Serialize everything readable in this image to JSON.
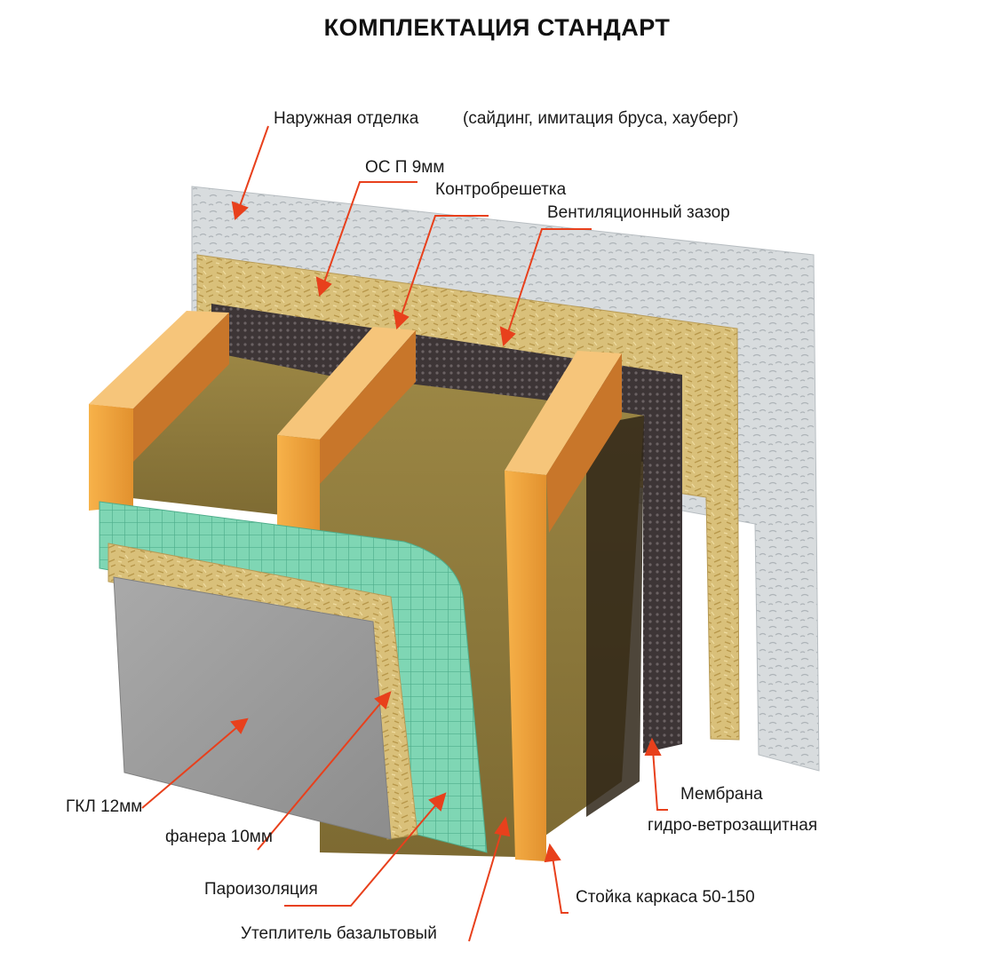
{
  "title": "КОМПЛЕКТАЦИЯ СТАНДАРТ",
  "labels": {
    "exterior_finish": "Наружная отделка",
    "exterior_finish_note": "(сайдинг, имитация бруса, хауберг)",
    "osb": "ОС П  9мм",
    "counter_batten": "Контробрешетка",
    "vent_gap": "Вентиляционный зазор",
    "membrane_line1": "Мембрана",
    "membrane_line2": "гидро-ветрозащитная",
    "frame_stud": "Стойка каркаса  50-150",
    "insulation": "Утеплитель базальтовый",
    "vapor_barrier": "Пароизоляция",
    "plywood": "фанера 10мм",
    "drywall": "ГКЛ 12мм"
  },
  "colors": {
    "arrow": "#e8401c",
    "wood": "#f2a43a",
    "wood_dark": "#c8762a",
    "osb": "#d9c07a",
    "insulation": "#8e7a3c",
    "membrane": "#4a4243",
    "vapor": "#7fd6b4",
    "drywall": "#9c9c9c",
    "siding": "#d8dcde"
  }
}
